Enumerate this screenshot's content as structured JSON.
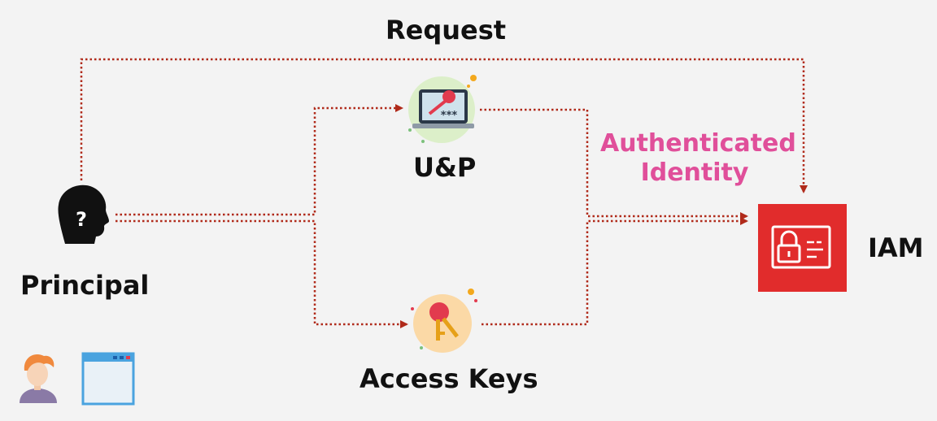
{
  "labels": {
    "request": "Request",
    "up": "U&P",
    "authenticated_identity": "Authenticated Identity",
    "principal": "Principal",
    "access_keys": "Access Keys",
    "iam": "IAM",
    "principal_glyph": "?",
    "password_glyph": "***"
  },
  "colors": {
    "connector": "#b02a1a",
    "authenticated_text": "#e04f9a",
    "iam_box": "#e12c2c",
    "background": "#f3f3f3"
  },
  "icons": {
    "principal": "person-question-silhouette-icon",
    "up": "laptop-key-password-icon",
    "access_keys": "keys-icon",
    "iam": "iam-identity-card-icon",
    "user": "user-avatar-icon",
    "window": "browser-window-icon"
  }
}
